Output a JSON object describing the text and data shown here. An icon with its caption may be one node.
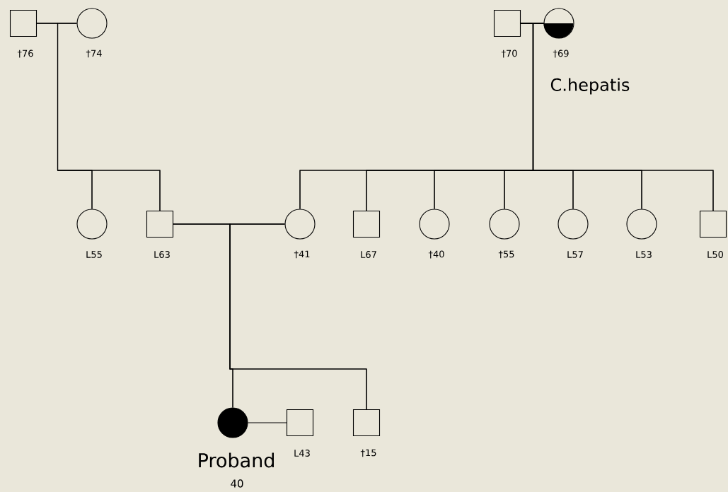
{
  "diagram": {
    "nodes": [
      {
        "text": [],
        "shape": "box",
        "beside": [
          "†76"
        ]
      },
      {
        "text": [],
        "shape": "circle",
        "beside": [
          "†74"
        ]
      },
      {
        "text": [],
        "shape": "box",
        "beside": [
          "†70"
        ]
      },
      {
        "text": [],
        "shape": "circle",
        "beside": [
          "†69",
          "C.hepatis"
        ]
      },
      {
        "text": [],
        "shape": "circle",
        "beside": [
          "L55"
        ]
      },
      {
        "text": [],
        "shape": "box",
        "beside": [
          "L63"
        ]
      },
      {
        "text": [],
        "shape": "circle",
        "beside": [
          "†41"
        ]
      },
      {
        "text": [],
        "shape": "box",
        "beside": [
          "L67"
        ]
      },
      {
        "text": [],
        "shape": "circle",
        "beside": [
          "†40"
        ]
      },
      {
        "text": [],
        "shape": "circle",
        "beside": [
          "†55"
        ]
      },
      {
        "text": [],
        "shape": "circle",
        "beside": [
          "L57"
        ]
      },
      {
        "text": [],
        "shape": "circle",
        "beside": [
          "L53"
        ]
      },
      {
        "text": [],
        "shape": "box",
        "beside": [
          "L50"
        ]
      },
      {
        "text": [],
        "shape": "circle",
        "beside": [
          "Proband",
          "40"
        ]
      },
      {
        "text": [],
        "shape": "box",
        "beside": [
          "L43"
        ]
      },
      {
        "text": [],
        "shape": "box",
        "beside": [
          "†15"
        ]
      }
    ],
    "edges": [
      {
        "from": 0,
        "to": 1,
        "arrow": "none"
      },
      {
        "from": 2,
        "to": 3,
        "arrow": "none"
      },
      {
        "from": 5,
        "to": 6,
        "arrow": "none"
      },
      {
        "from": 13,
        "to": 14,
        "arrow": "none"
      },
      {
        "from": 0,
        "to": 4,
        "arrow": "none"
      },
      {
        "from": 1,
        "to": 4,
        "arrow": "none"
      },
      {
        "from": 0,
        "to": 5,
        "arrow": "none"
      },
      {
        "from": 1,
        "to": 5,
        "arrow": "none"
      },
      {
        "from": 2,
        "to": 6,
        "arrow": "none"
      },
      {
        "from": 3,
        "to": 6,
        "arrow": "none"
      },
      {
        "from": 2,
        "to": 7,
        "arrow": "none"
      },
      {
        "from": 3,
        "to": 7,
        "arrow": "none"
      },
      {
        "from": 2,
        "to": 8,
        "arrow": "none"
      },
      {
        "from": 3,
        "to": 8,
        "arrow": "none"
      },
      {
        "from": 2,
        "to": 9,
        "arrow": "none"
      },
      {
        "from": 3,
        "to": 9,
        "arrow": "none"
      },
      {
        "from": 2,
        "to": 10,
        "arrow": "none"
      },
      {
        "from": 3,
        "to": 10,
        "arrow": "none"
      },
      {
        "from": 2,
        "to": 11,
        "arrow": "none"
      },
      {
        "from": 3,
        "to": 11,
        "arrow": "none"
      },
      {
        "from": 2,
        "to": 12,
        "arrow": "none"
      },
      {
        "from": 3,
        "to": 12,
        "arrow": "none"
      },
      {
        "from": 5,
        "to": 13,
        "arrow": "none"
      },
      {
        "from": 6,
        "to": 13,
        "arrow": "none"
      },
      {
        "from": 5,
        "to": 15,
        "arrow": "none"
      },
      {
        "from": 6,
        "to": 15,
        "arrow": "none"
      }
    ]
  }
}
